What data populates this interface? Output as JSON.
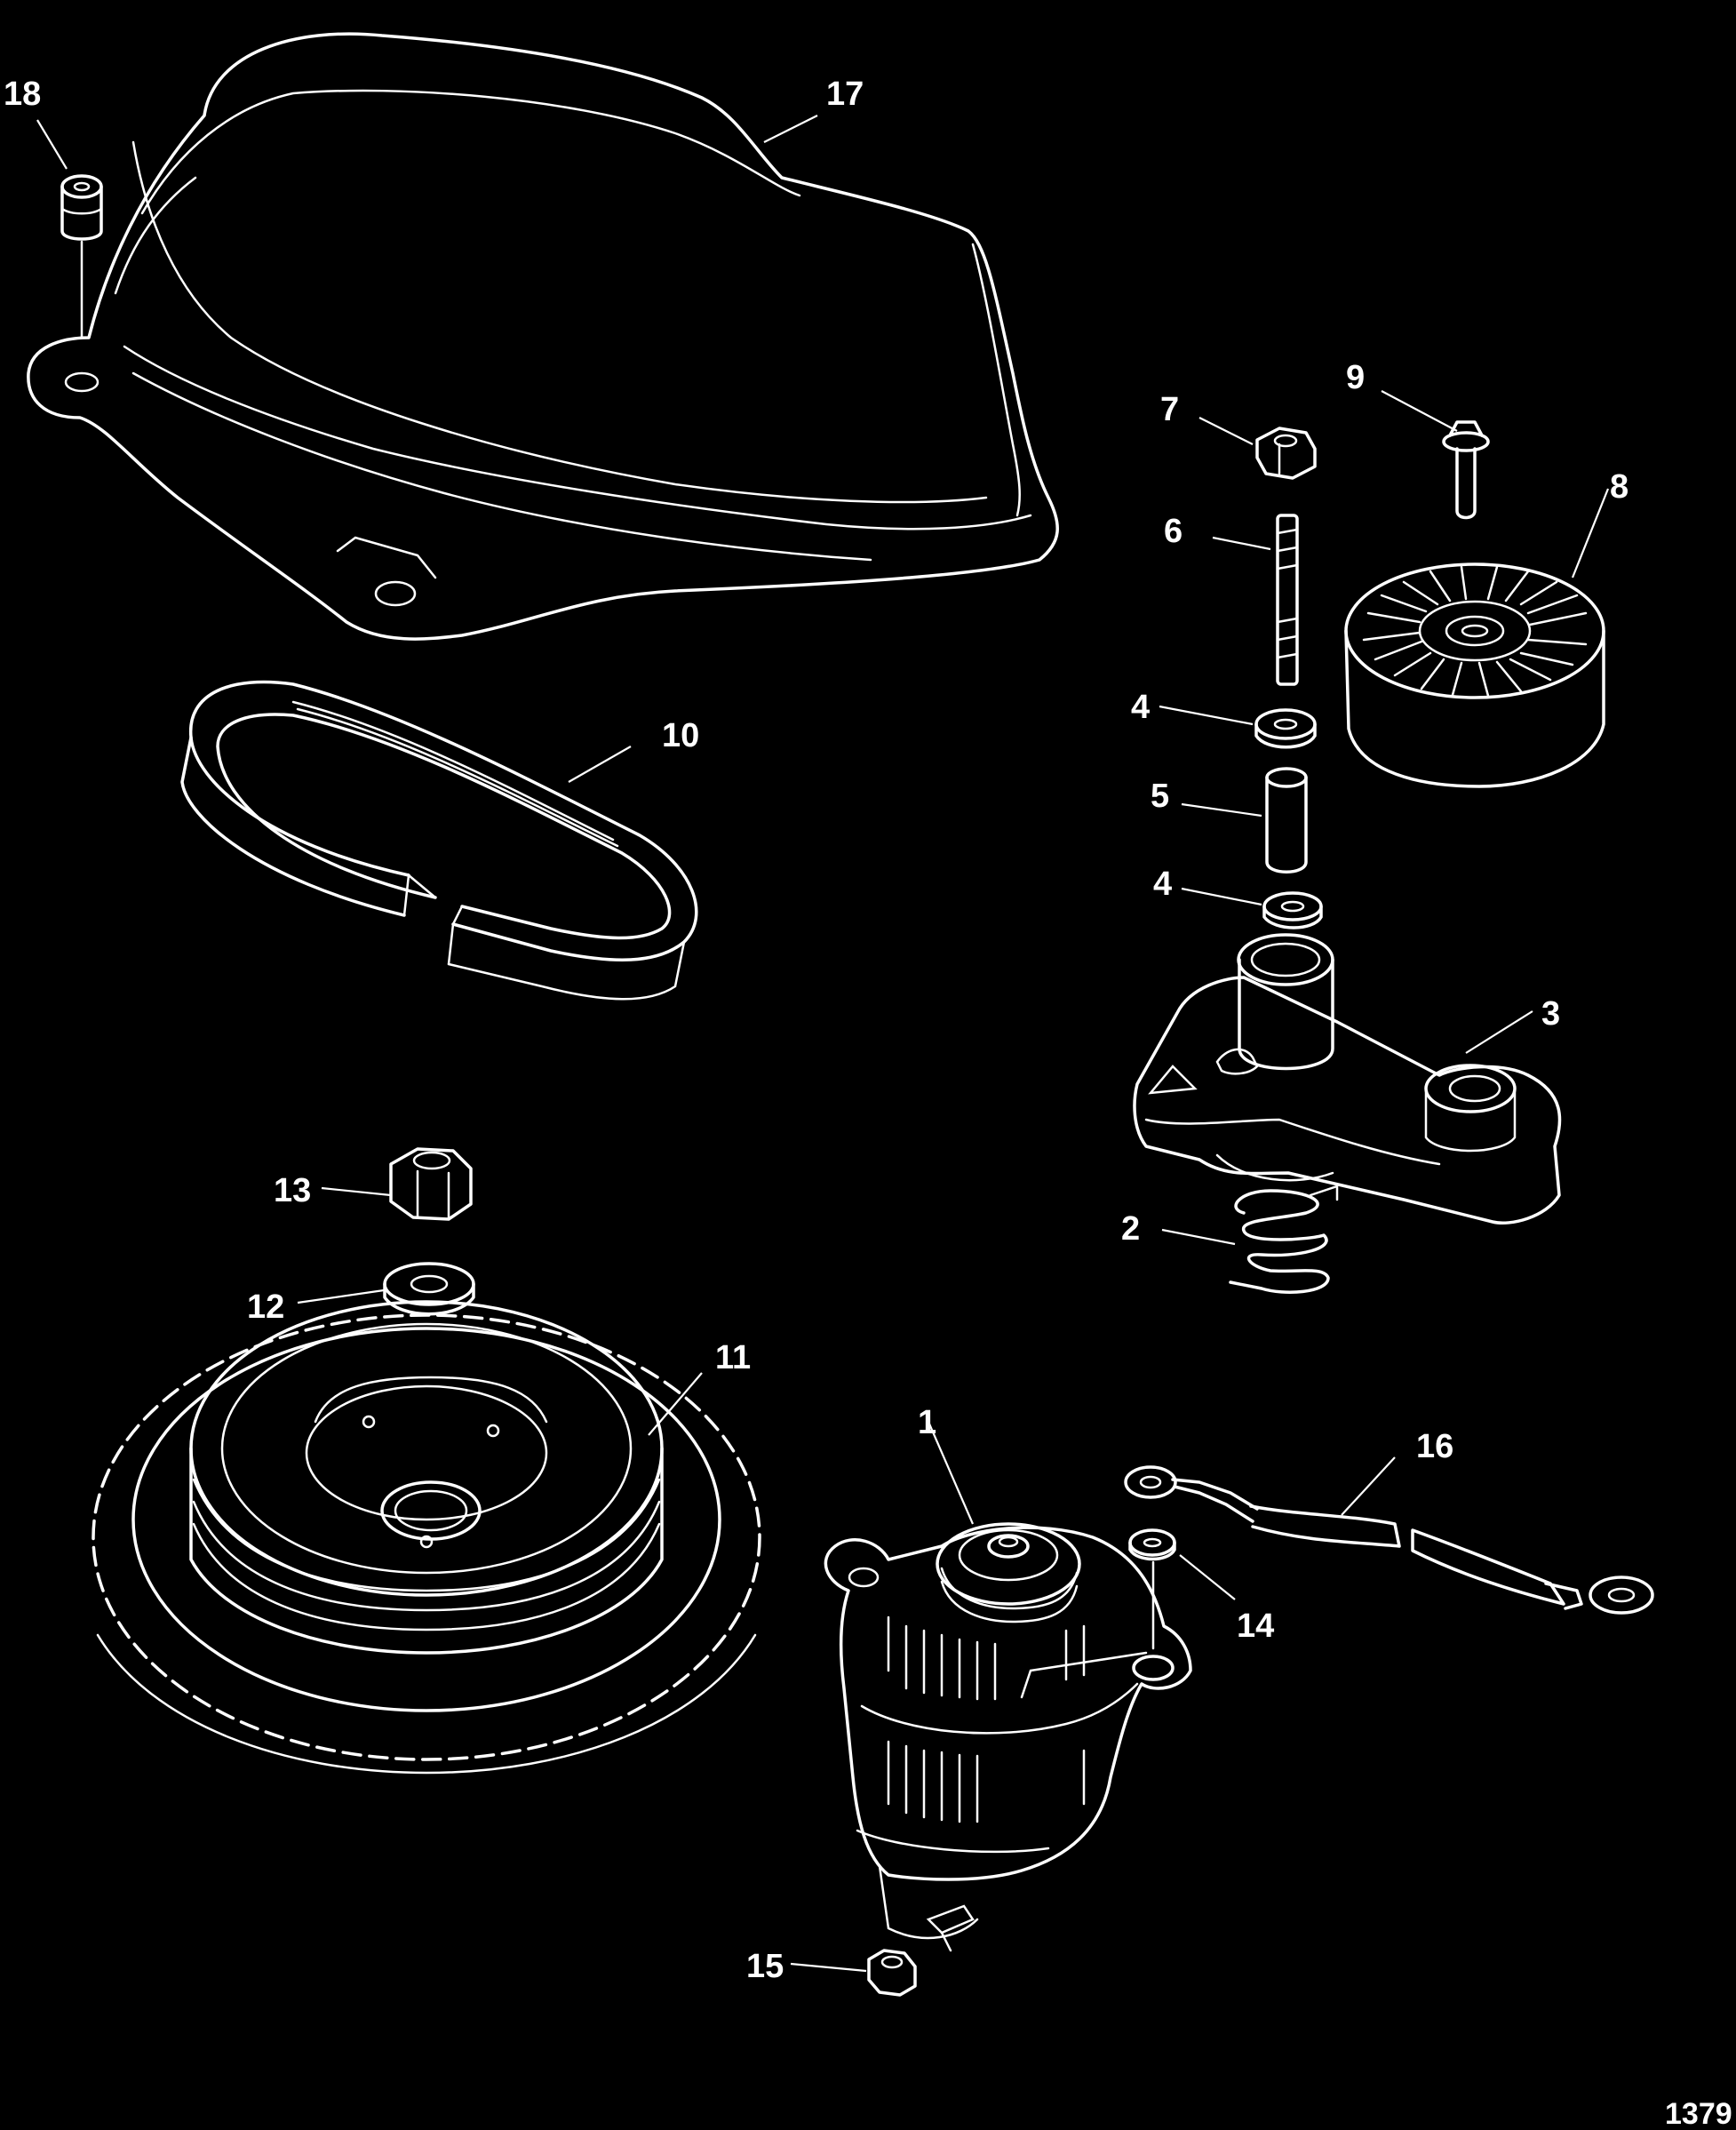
{
  "diagram": {
    "figure_number": "1379",
    "colors": {
      "background": "#000000",
      "line": "#ffffff"
    },
    "callouts": [
      {
        "id": "18",
        "label": "18",
        "part": "grommet"
      },
      {
        "id": "17",
        "label": "17",
        "part": "belt-cover"
      },
      {
        "id": "9",
        "label": "9",
        "part": "flange-bolt"
      },
      {
        "id": "7",
        "label": "7",
        "part": "nut"
      },
      {
        "id": "8",
        "label": "8",
        "part": "idler-pulley"
      },
      {
        "id": "6",
        "label": "6",
        "part": "stud"
      },
      {
        "id": "10",
        "label": "10",
        "part": "drive-belt"
      },
      {
        "id": "4a",
        "label": "4",
        "part": "washer-upper"
      },
      {
        "id": "5",
        "label": "5",
        "part": "spacer"
      },
      {
        "id": "4b",
        "label": "4",
        "part": "washer-lower"
      },
      {
        "id": "3",
        "label": "3",
        "part": "tensioner-bracket"
      },
      {
        "id": "13",
        "label": "13",
        "part": "flywheel-nut"
      },
      {
        "id": "2",
        "label": "2",
        "part": "tensioner-spring"
      },
      {
        "id": "12",
        "label": "12",
        "part": "flywheel-washer"
      },
      {
        "id": "11",
        "label": "11",
        "part": "flywheel"
      },
      {
        "id": "1",
        "label": "1",
        "part": "alternator"
      },
      {
        "id": "16",
        "label": "16",
        "part": "ground-cable"
      },
      {
        "id": "14",
        "label": "14",
        "part": "washer"
      },
      {
        "id": "15",
        "label": "15",
        "part": "terminal-nut"
      }
    ]
  }
}
